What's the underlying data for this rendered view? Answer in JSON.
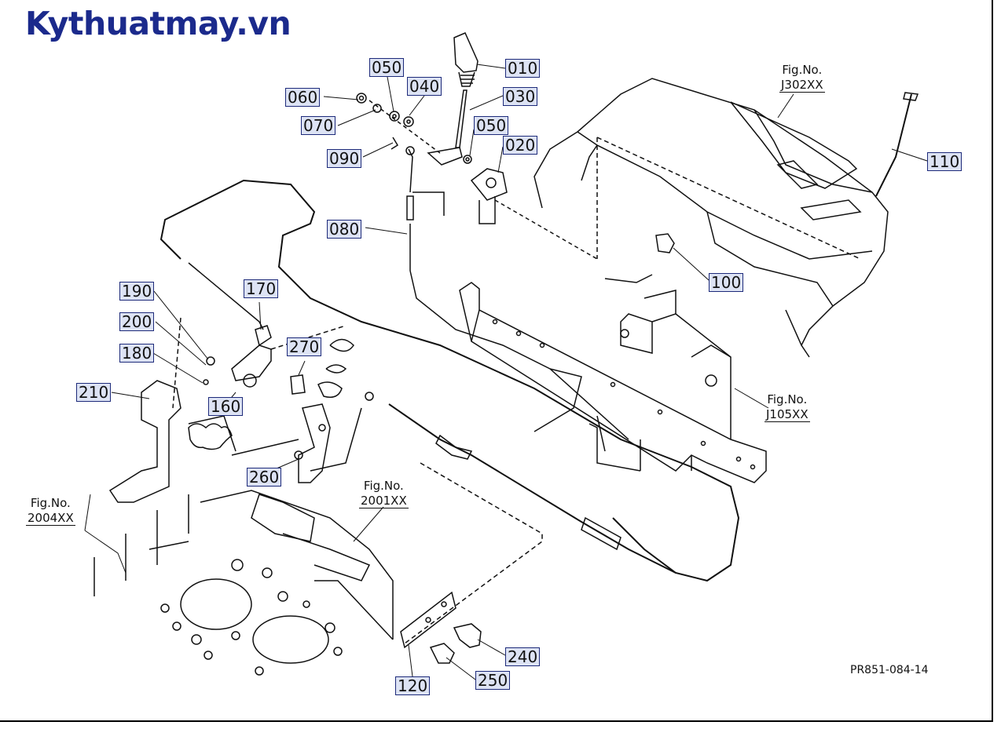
{
  "brand": {
    "title": "Kythuatmay.vn",
    "color": "#1b2a8c"
  },
  "labels": {
    "p010": "010",
    "p020": "020",
    "p030": "030",
    "p040": "040",
    "p050a": "050",
    "p050b": "050",
    "p060": "060",
    "p070": "070",
    "p080": "080",
    "p090": "090",
    "p100": "100",
    "p110": "110",
    "p120": "120",
    "p160": "160",
    "p170": "170",
    "p180": "180",
    "p190": "190",
    "p200": "200",
    "p210": "210",
    "p240": "240",
    "p250": "250",
    "p260": "260",
    "p270": "270"
  },
  "figrefs": {
    "j302": {
      "line1": "Fig.No.",
      "line2": "J302XX"
    },
    "j105": {
      "line1": "Fig.No.",
      "line2": "J105XX"
    },
    "f2001": {
      "line1": "Fig.No.",
      "line2": "2001XX"
    },
    "f2004": {
      "line1": "Fig.No.",
      "line2": "2004XX"
    }
  },
  "drawing_code": "PR851-084-14",
  "colors": {
    "label_fill": "#dde3f4",
    "label_border": "#1d2a7a",
    "line": "#111111"
  }
}
